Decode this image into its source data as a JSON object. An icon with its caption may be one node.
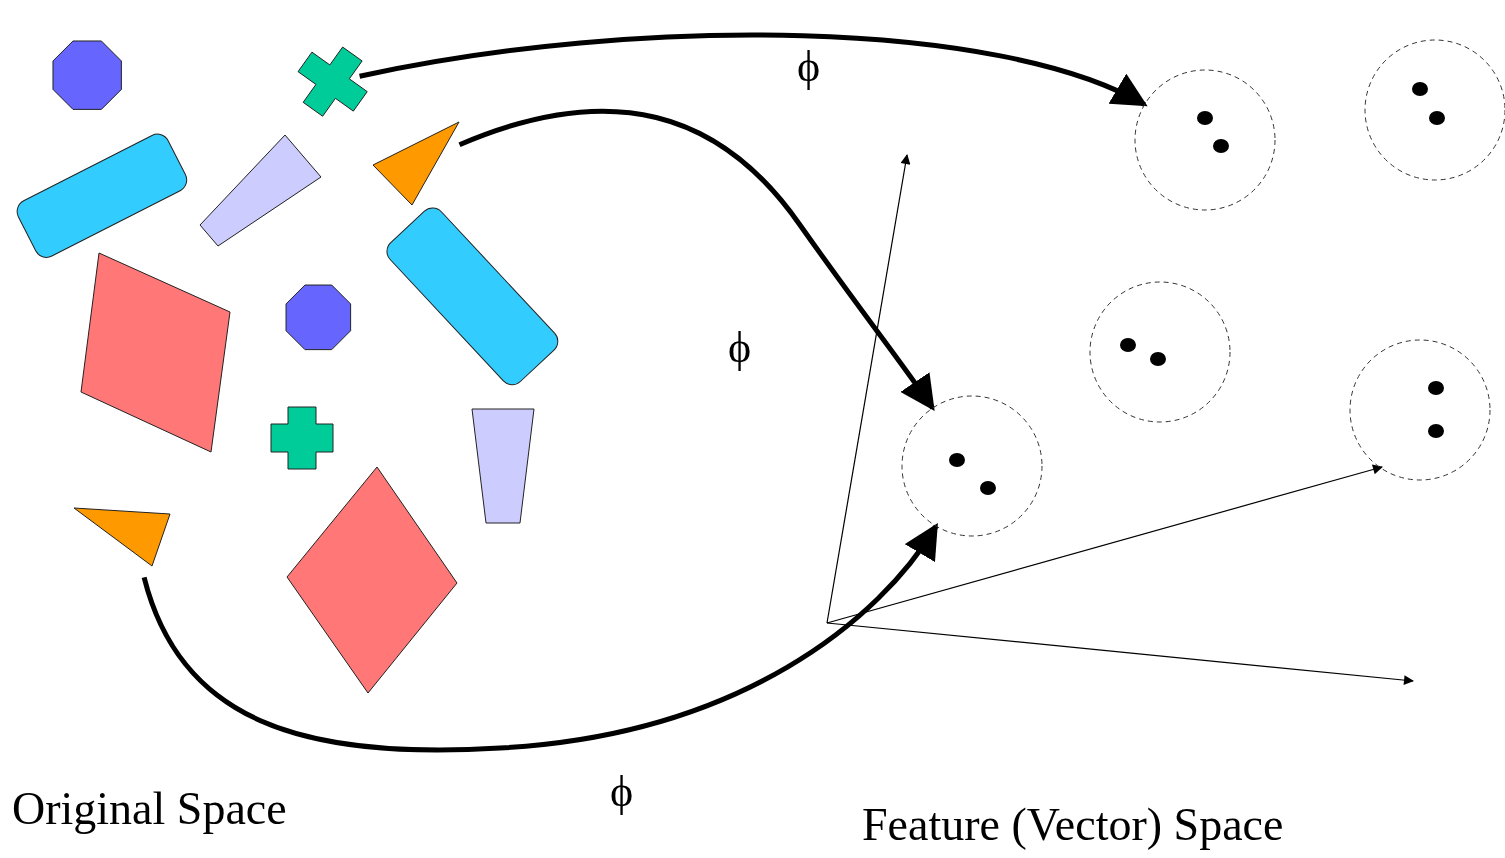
{
  "diagram": {
    "nodes": [
      {
        "text": [],
        "shape": "octagon"
      },
      {
        "text": [],
        "shape": "cross"
      },
      {
        "text": [],
        "shape": "triangle"
      },
      {
        "text": [],
        "shape": "trapezoid"
      },
      {
        "text": [],
        "shape": "box"
      },
      {
        "text": [],
        "shape": "box"
      },
      {
        "text": [],
        "shape": "octagon"
      },
      {
        "text": [],
        "shape": "parallelogram"
      },
      {
        "text": [],
        "shape": "cross"
      },
      {
        "text": [],
        "shape": "trapezoid"
      },
      {
        "text": [],
        "shape": "triangle"
      },
      {
        "text": [],
        "shape": "diamond"
      },
      {
        "text": [],
        "shape": "circle"
      },
      {
        "text": [],
        "shape": "circle"
      },
      {
        "text": [],
        "shape": "circle"
      },
      {
        "text": [],
        "shape": "circle"
      },
      {
        "text": [],
        "shape": "circle"
      }
    ],
    "edges": [
      {
        "from": 1,
        "to": 12,
        "arrow": "to",
        "label": "ϕ"
      },
      {
        "from": 2,
        "to": 15,
        "arrow": "to",
        "label": "ϕ"
      },
      {
        "from": 10,
        "to": 15,
        "arrow": "to",
        "label": "ϕ"
      }
    ],
    "labels": [
      "Original Space",
      "Feature (Vector) Space"
    ]
  }
}
